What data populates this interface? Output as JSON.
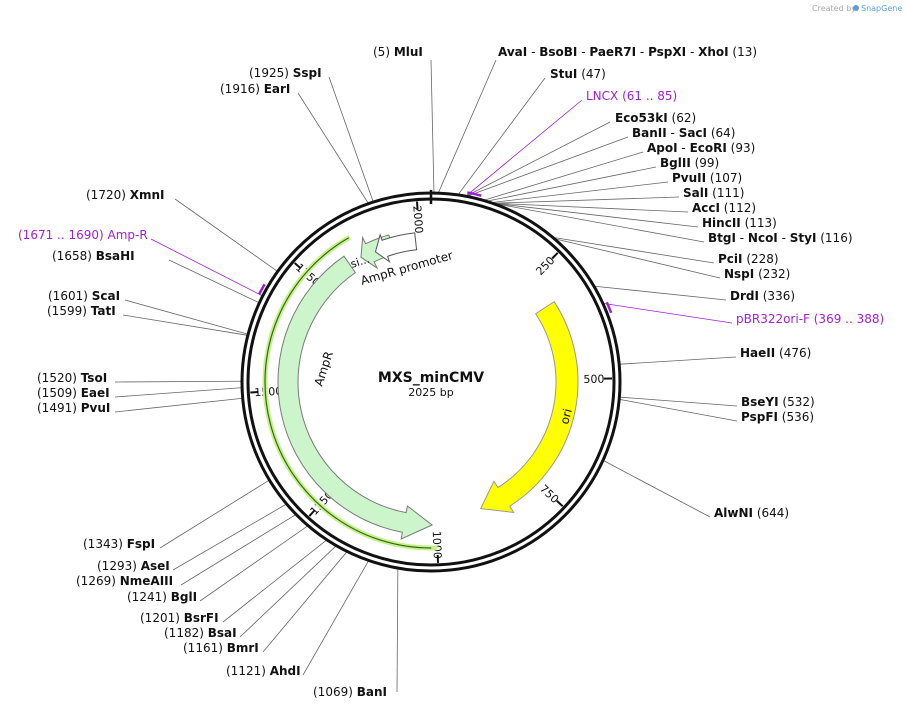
{
  "credit": {
    "created_by": "Created by",
    "brand": "SnapGene"
  },
  "plasmid": {
    "name": "MXS_minCMV",
    "length_label": "2025 bp",
    "length": 2025
  },
  "ticks": [
    "250",
    "500",
    "750",
    "1000",
    "1250",
    "1500",
    "1750",
    "2000"
  ],
  "features": {
    "ampr": "AmpR",
    "ampr_promoter": "AmpR promoter",
    "signal": "si...",
    "ori": "ori"
  },
  "colors": {
    "ampr_fill": "#ccf5cc",
    "ampr_glow": "#c7f08c",
    "ori_fill": "#ffff00",
    "primer": "#a020d8",
    "backbone": "#111111"
  },
  "sites": [
    {
      "pos": "(5)",
      "name": "MluI"
    },
    {
      "name": "AvaI",
      "extra": [
        "BsoBI",
        "PaeR7I",
        "PspXI",
        "XhoI"
      ],
      "pos": "(13)"
    },
    {
      "name": "StuI",
      "pos": "(47)"
    },
    {
      "name": "LNCX",
      "pos": "(61 .. 85)",
      "primer": true
    },
    {
      "name": "Eco53kI",
      "pos": "(62)"
    },
    {
      "name": "BanII",
      "extra": [
        "SacI"
      ],
      "pos": "(64)"
    },
    {
      "name": "ApoI",
      "extra": [
        "EcoRI"
      ],
      "pos": "(93)"
    },
    {
      "name": "BglII",
      "pos": "(99)"
    },
    {
      "name": "PvuII",
      "pos": "(107)"
    },
    {
      "name": "SalI",
      "pos": "(111)"
    },
    {
      "name": "AccI",
      "pos": "(112)"
    },
    {
      "name": "HincII",
      "pos": "(113)"
    },
    {
      "name": "BtgI",
      "extra": [
        "NcoI",
        "StyI"
      ],
      "pos": "(116)"
    },
    {
      "name": "PciI",
      "pos": "(228)"
    },
    {
      "name": "NspI",
      "pos": "(232)"
    },
    {
      "name": "DrdI",
      "pos": "(336)"
    },
    {
      "name": "pBR322ori-F",
      "pos": "(369 .. 388)",
      "primer": true
    },
    {
      "name": "HaeII",
      "pos": "(476)"
    },
    {
      "name": "BseYI",
      "pos": "(532)"
    },
    {
      "name": "PspFI",
      "pos": "(536)"
    },
    {
      "name": "AlwNI",
      "pos": "(644)"
    },
    {
      "pos": "(1069)",
      "name": "BanI"
    },
    {
      "pos": "(1121)",
      "name": "AhdI"
    },
    {
      "pos": "(1161)",
      "name": "BmrI"
    },
    {
      "pos": "(1182)",
      "name": "BsaI"
    },
    {
      "pos": "(1201)",
      "name": "BsrFI"
    },
    {
      "pos": "(1241)",
      "name": "BglI"
    },
    {
      "pos": "(1269)",
      "name": "NmeAIII"
    },
    {
      "pos": "(1293)",
      "name": "AseI"
    },
    {
      "pos": "(1343)",
      "name": "FspI"
    },
    {
      "pos": "(1491)",
      "name": "PvuI"
    },
    {
      "pos": "(1509)",
      "name": "EaeI"
    },
    {
      "pos": "(1520)",
      "name": "TsoI"
    },
    {
      "pos": "(1599)",
      "name": "TatI"
    },
    {
      "pos": "(1601)",
      "name": "ScaI"
    },
    {
      "pos": "(1658)",
      "name": "BsaHI"
    },
    {
      "pos": "(1671 .. 1690)",
      "name": "Amp-R",
      "primer": true
    },
    {
      "pos": "(1720)",
      "name": "XmnI"
    },
    {
      "pos": "(1916)",
      "name": "EarI"
    },
    {
      "pos": "(1925)",
      "name": "SspI"
    }
  ]
}
